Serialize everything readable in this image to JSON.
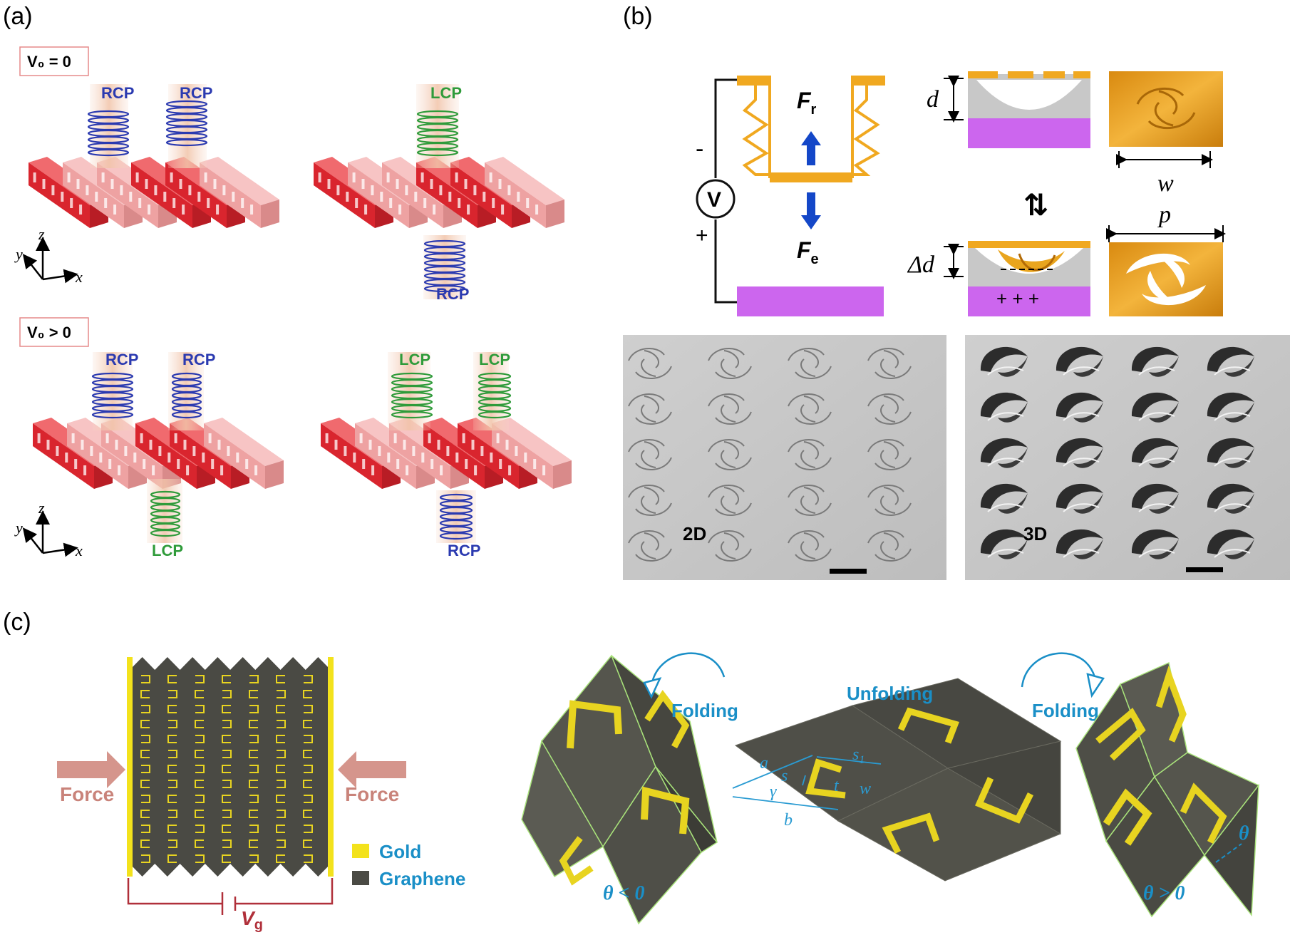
{
  "panels": {
    "a": {
      "label": "(a)",
      "condition_top": "V₀ = 0",
      "condition_bottom": "V₀ > 0",
      "top_left": [
        "RCP",
        "RCP"
      ],
      "top_right_top": "LCP",
      "top_right_bottom": "RCP",
      "bottom_left_top": [
        "RCP",
        "RCP"
      ],
      "bottom_left_bottom": "LCP",
      "bottom_right_top": [
        "LCP",
        "LCP"
      ],
      "bottom_right_bottom": "RCP",
      "axes": {
        "z": "z",
        "y": "y",
        "x": "x"
      }
    },
    "b": {
      "label": "(b)",
      "minus": "-",
      "plus": "+",
      "voltage": "V",
      "force_r": "F",
      "force_r_sub": "r",
      "force_e": "F",
      "force_e_sub": "e",
      "d": "d",
      "delta_d": "Δd",
      "w": "w",
      "p": "p",
      "charges": "+ + +",
      "equilibrium": "⇅",
      "sem_left": "2D",
      "sem_right": "3D"
    },
    "c": {
      "label": "(c)",
      "force_left": "Force",
      "force_right": "Force",
      "legend_gold": "Gold",
      "legend_graphene": "Graphene",
      "vg": "V",
      "vg_sub": "g",
      "folding_left": "Folding",
      "unfolding": "Unfolding",
      "folding_right": "Folding",
      "theta_neg": "θ < 0",
      "theta_pos": "θ > 0",
      "theta": "θ",
      "params": {
        "a": "a",
        "b": "b",
        "s1": "s",
        "s1_sub": "1",
        "s2": "s",
        "gamma": "γ",
        "t": "t",
        "w": "w"
      }
    }
  },
  "colors": {
    "rod_red": "#e8323a",
    "rod_pink": "#f0a0a0",
    "rcp": "#2b3ab0",
    "lcp": "#2f9b3a",
    "gold": "#f0a820",
    "magenta": "#cc66ee",
    "graphene": "#4a4a44",
    "accent_blue": "#1a8fc7"
  }
}
